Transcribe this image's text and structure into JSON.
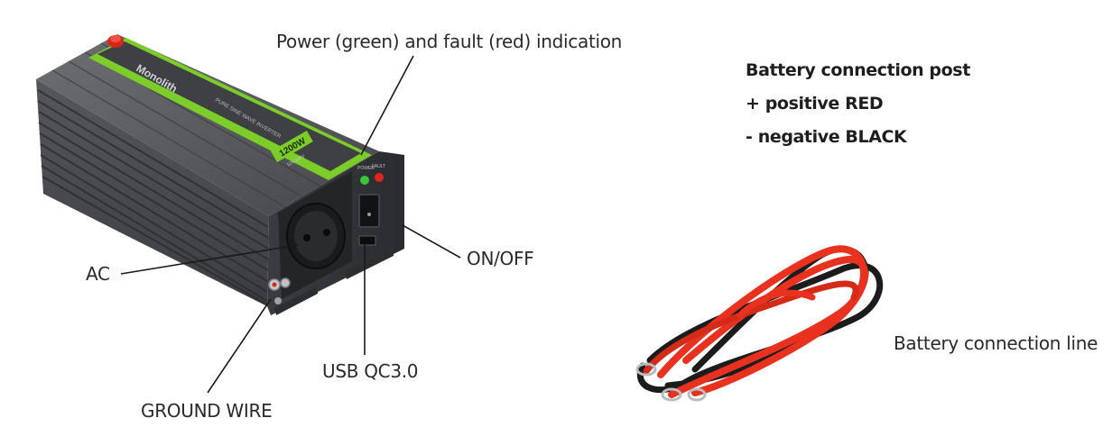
{
  "device": {
    "brand": "Monolith",
    "product_text": "PURE SINE WAVE INVERTER",
    "power_rating": "1200W",
    "sub_rating": "12V/230V",
    "indicator_labels": [
      "POWER",
      "FAULT"
    ]
  },
  "callouts": {
    "indication": "Power (green) and fault (red) indication",
    "ac": "AC",
    "on_off": "ON/OFF",
    "usb": "USB QC3.0",
    "ground": "GROUND WIRE",
    "battery_line": "Battery connection line"
  },
  "battery_post": {
    "title": "Battery connection post",
    "positive": "+ positive RED",
    "negative": "- negative BLACK"
  },
  "colors": {
    "accent_green": "#7ccc2a",
    "body_gray": "#5a5c5e",
    "wire_red": "#e8321f",
    "wire_black": "#1c1c1c"
  }
}
